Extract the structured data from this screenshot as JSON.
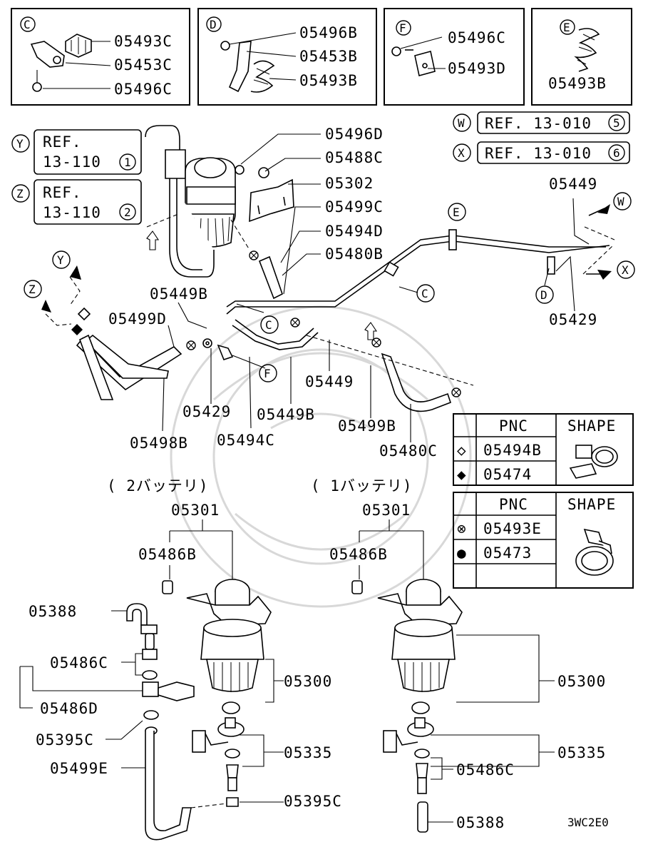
{
  "insets": {
    "C": {
      "key": "C",
      "parts": [
        "05493C",
        "05453C",
        "05496C"
      ]
    },
    "D": {
      "key": "D",
      "parts": [
        "05496B",
        "05453B",
        "05493B"
      ]
    },
    "F": {
      "key": "F",
      "parts": [
        "05496C",
        "05493D"
      ]
    },
    "E": {
      "key": "E",
      "parts": [
        "05493B"
      ]
    }
  },
  "refs": {
    "W": {
      "key": "W",
      "text": "REF. 13-010",
      "num": "5"
    },
    "X": {
      "key": "X",
      "text": "REF. 13-010",
      "num": "6"
    },
    "Y": {
      "key": "Y",
      "line1": "REF.",
      "line2": "13-110",
      "num": "1"
    },
    "Z": {
      "key": "Z",
      "line1": "REF.",
      "line2": "13-110",
      "num": "2"
    }
  },
  "upper_labels": {
    "l05496D": "05496D",
    "l05488C": "05488C",
    "l05302": "05302",
    "l05499C": "05499C",
    "l05494D": "05494D",
    "l05480B": "05480B",
    "l05449top": "05449",
    "l05449B_a": "05449B",
    "l05499D": "05499D",
    "l05429a": "05429",
    "l05429b": "05429",
    "l05498B": "05498B",
    "l05494C": "05494C",
    "l05449B_b": "05449B",
    "l05449mid": "05449",
    "l05499B": "05499B",
    "l05480C": "05480C"
  },
  "callouts": {
    "C1": "C",
    "C2": "C",
    "E": "E",
    "D": "D",
    "F": "F",
    "W": "W",
    "X": "X",
    "Y": "Y",
    "Z": "Z"
  },
  "legend1": {
    "header_pnc": "PNC",
    "header_shape": "SHAPE",
    "rows": [
      {
        "symbol": "◇",
        "pnc": "05494B"
      },
      {
        "symbol": "◆",
        "pnc": "05474"
      }
    ]
  },
  "legend2": {
    "header_pnc": "PNC",
    "header_shape": "SHAPE",
    "rows": [
      {
        "symbol": "⊗",
        "pnc": "05493E"
      },
      {
        "symbol": "●",
        "pnc": "05473"
      }
    ]
  },
  "left_assembly": {
    "title": "( 2バッテリ)",
    "labels": {
      "a": "05301",
      "b": "05486B",
      "c": "05388",
      "d": "05486C",
      "e": "05486D",
      "f": "05395C",
      "g": "05499E",
      "h": "05300",
      "i": "05335",
      "j": "05395C"
    }
  },
  "right_assembly": {
    "title": "( 1バッテリ)",
    "labels": {
      "a": "05301",
      "b": "05486B",
      "c": "05300",
      "d": "05335",
      "e": "05486C",
      "f": "05388"
    }
  },
  "diagram_code": "3WC2E0"
}
